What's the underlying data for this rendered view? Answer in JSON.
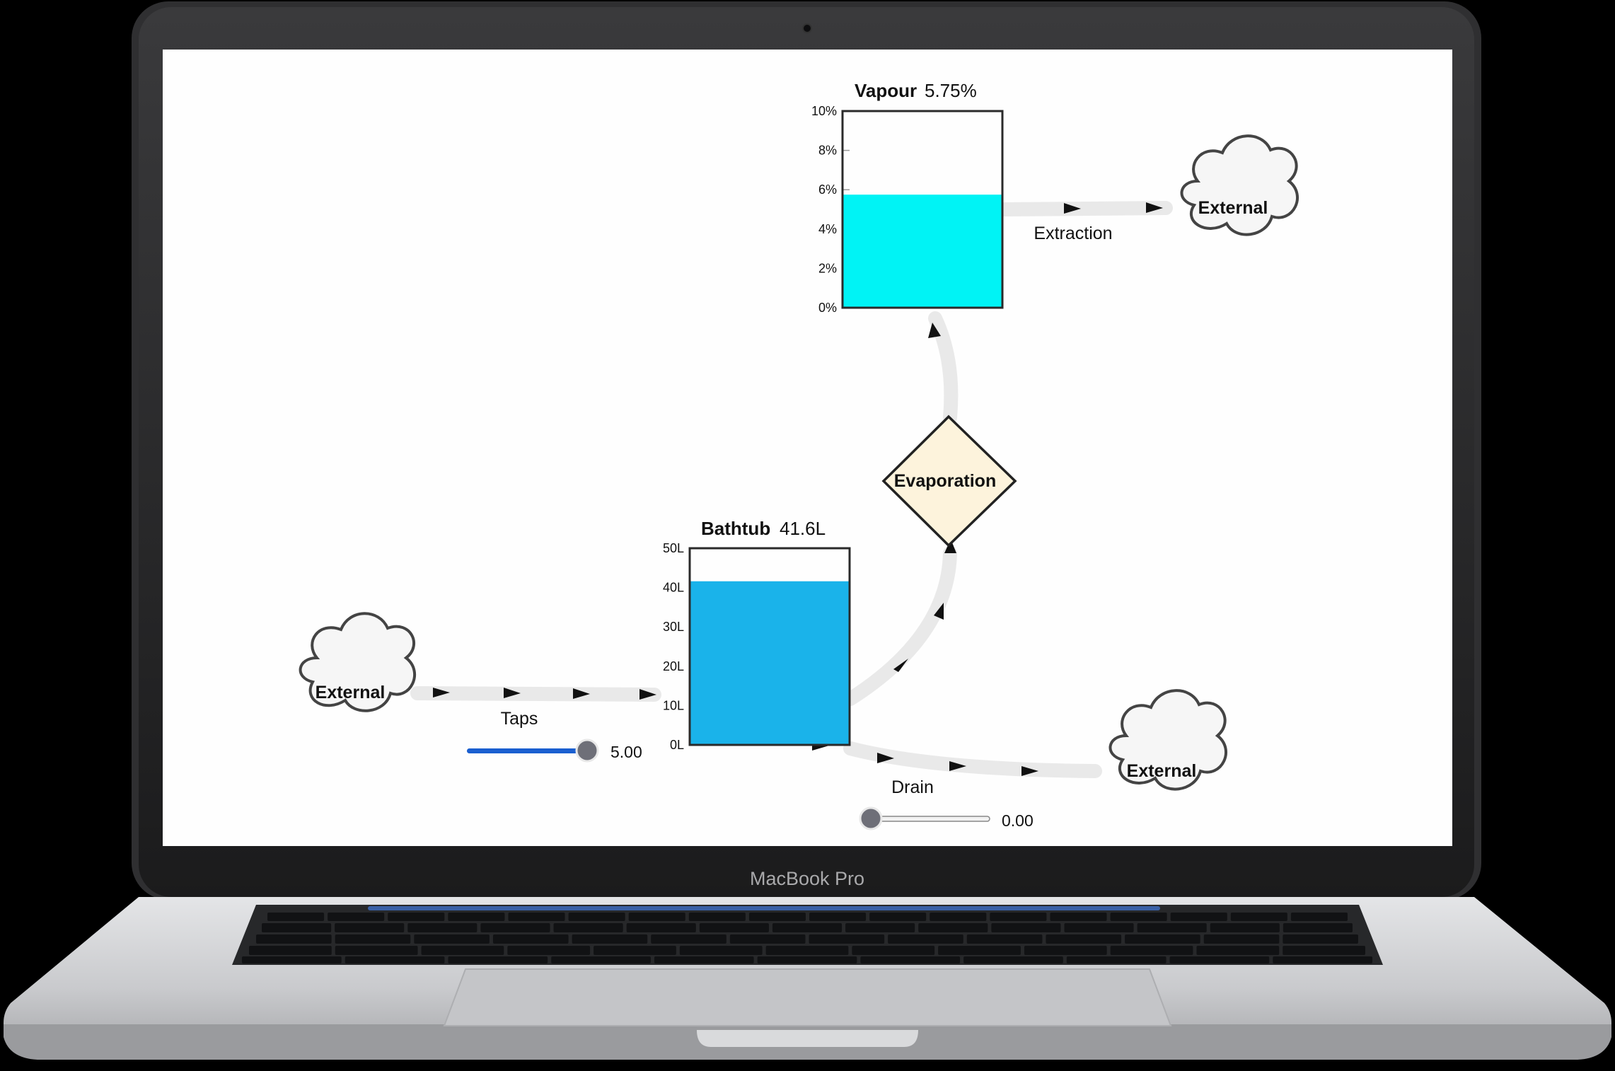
{
  "device": {
    "brand_label": "MacBook Pro"
  },
  "colors": {
    "bathtub_fill": "#1ab3ea",
    "vapour_fill": "#00f3f5",
    "evaporation_fill": "#fdf3dc",
    "slider_active": "#1a5fd0"
  },
  "vapour_stock": {
    "name": "Vapour",
    "value_text": "5.75%",
    "level_fraction": 0.575,
    "ticks": [
      "10%",
      "8%",
      "6%",
      "4%",
      "2%",
      "0%"
    ]
  },
  "bathtub_stock": {
    "name": "Bathtub",
    "value_text": "41.6L",
    "level_fraction": 0.832,
    "ticks": [
      "50L",
      "40L",
      "30L",
      "20L",
      "10L",
      "0L"
    ]
  },
  "evaporation": {
    "label": "Evaporation"
  },
  "flows": {
    "extraction": {
      "label": "Extraction"
    },
    "taps": {
      "label": "Taps",
      "slider_value": 5.0,
      "slider_min": 0,
      "slider_max": 5,
      "value_text": "5.00"
    },
    "drain": {
      "label": "Drain",
      "slider_value": 0.0,
      "slider_min": 0,
      "slider_max": 5,
      "value_text": "0.00"
    }
  },
  "clouds": {
    "left": "External",
    "right_top": "External",
    "right_bottom": "External"
  },
  "icons": {
    "camera": "camera-dot-icon",
    "cloud": "cloud-icon",
    "arrow": "flow-arrow-icon",
    "slider_knob": "slider-knob-icon"
  }
}
